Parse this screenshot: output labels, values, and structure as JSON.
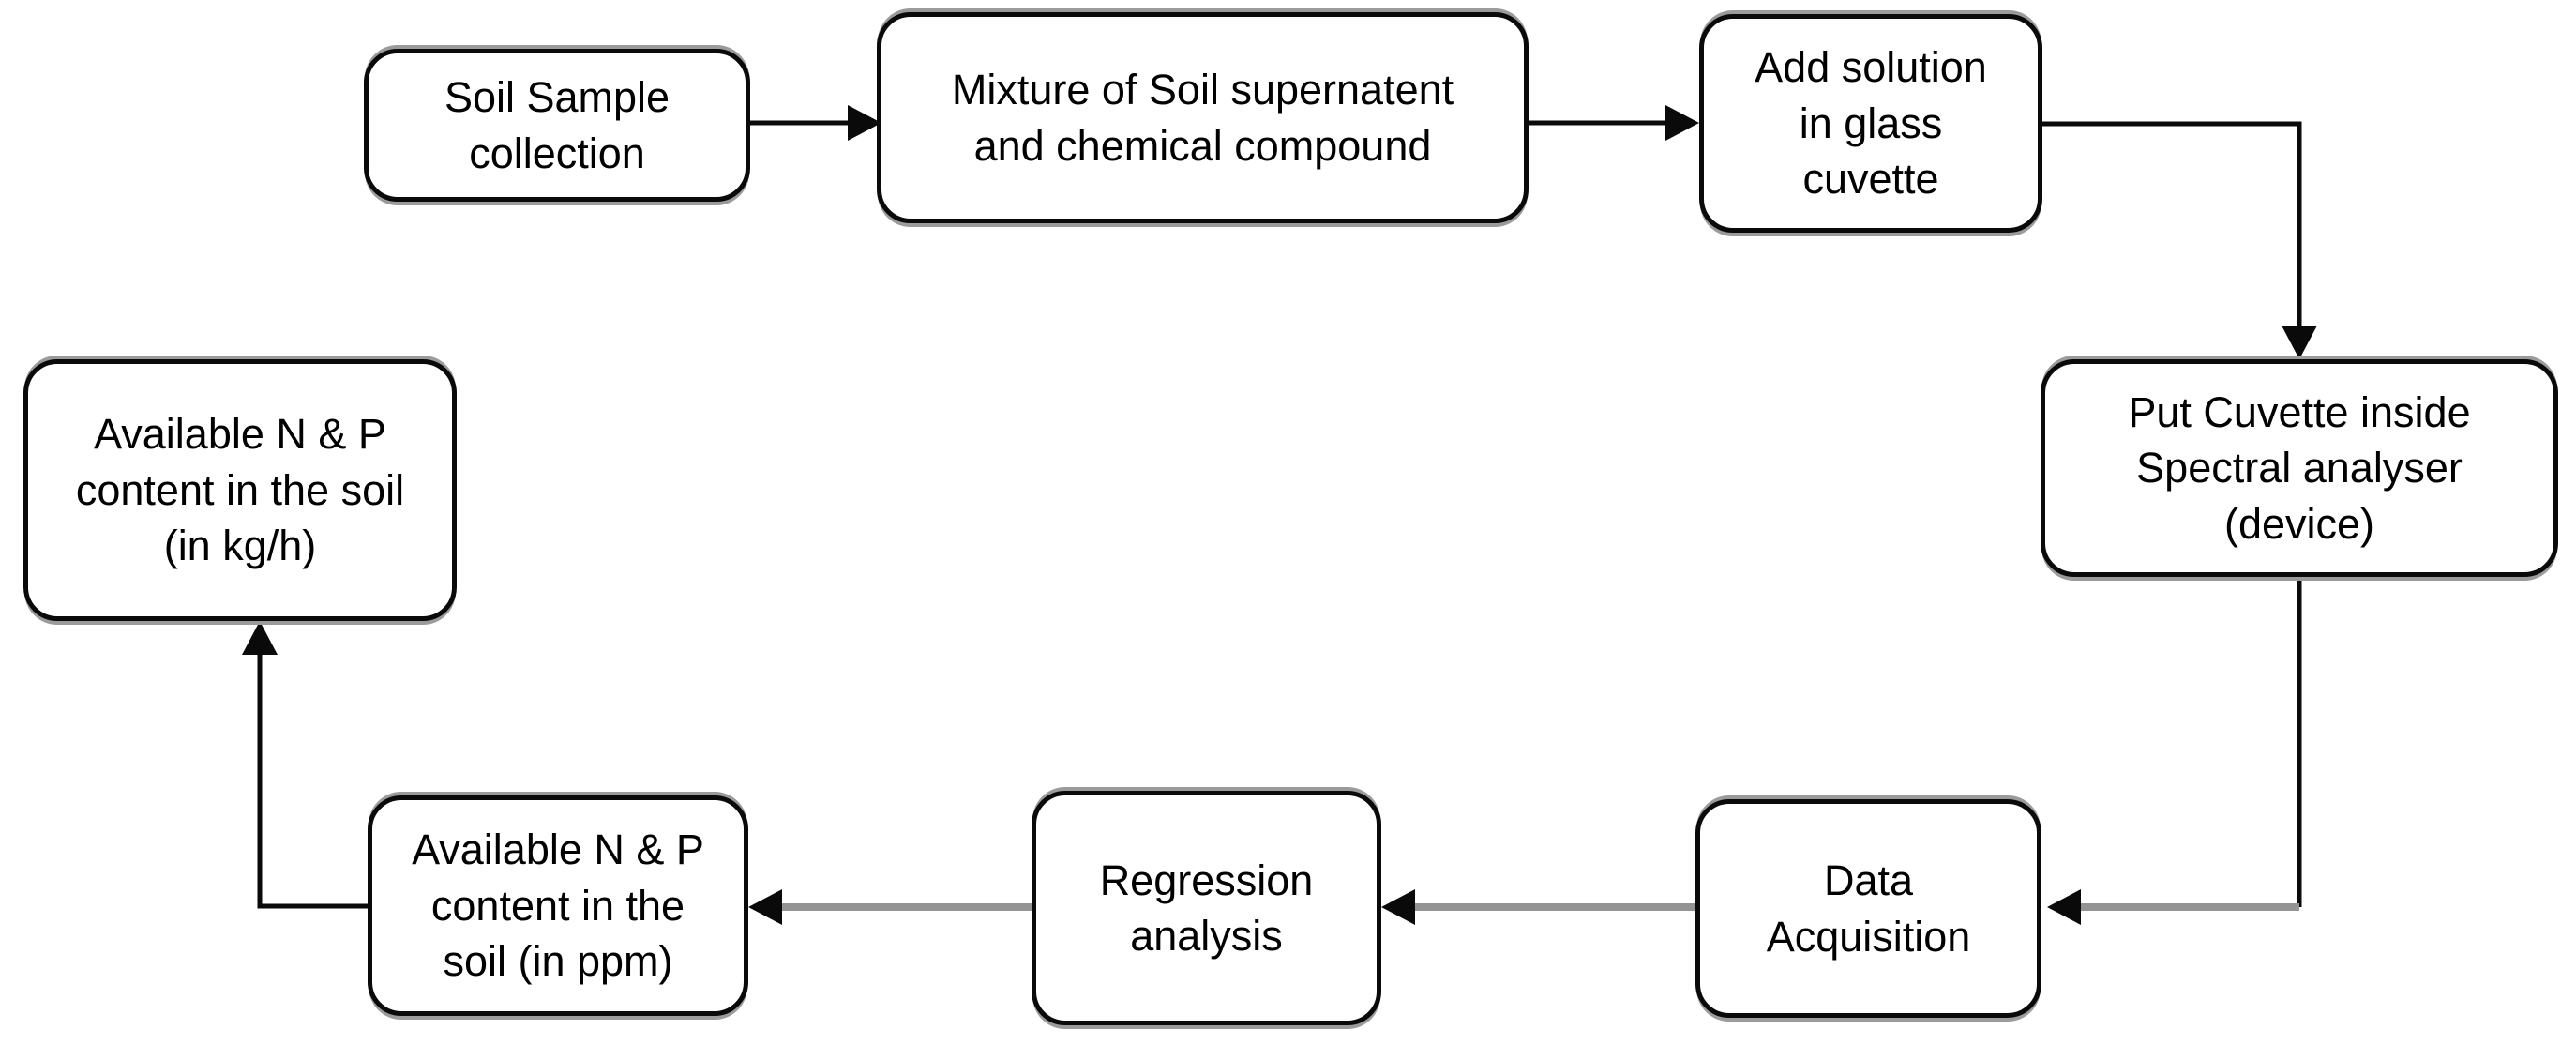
{
  "diagram_type": "flowchart",
  "nodes": [
    {
      "id": "soil-sample-collection",
      "label": "Soil Sample\ncollection"
    },
    {
      "id": "mixture-supernatent",
      "label": "Mixture of Soil supernatent\nand chemical compound"
    },
    {
      "id": "add-solution-cuvette",
      "label": "Add solution\nin glass\ncuvette"
    },
    {
      "id": "put-cuvette-analyser",
      "label": "Put Cuvette inside\nSpectral analyser\n(device)"
    },
    {
      "id": "data-acquisition",
      "label": "Data\nAcquisition"
    },
    {
      "id": "regression-analysis",
      "label": "Regression\nanalysis"
    },
    {
      "id": "available-np-ppm",
      "label": "Available N & P\ncontent in the\nsoil (in ppm)"
    },
    {
      "id": "available-np-kgh",
      "label": "Available N & P\ncontent in the soil\n(in kg/h)"
    }
  ],
  "edges": [
    {
      "from": "soil-sample-collection",
      "to": "mixture-supernatent",
      "color": "#0a0a0a"
    },
    {
      "from": "mixture-supernatent",
      "to": "add-solution-cuvette",
      "color": "#0a0a0a"
    },
    {
      "from": "add-solution-cuvette",
      "to": "put-cuvette-analyser",
      "color": "#0a0a0a"
    },
    {
      "from": "put-cuvette-analyser",
      "to": "data-acquisition",
      "color": "#949494"
    },
    {
      "from": "data-acquisition",
      "to": "regression-analysis",
      "color": "#949494"
    },
    {
      "from": "regression-analysis",
      "to": "available-np-ppm",
      "color": "#949494"
    },
    {
      "from": "available-np-ppm",
      "to": "available-np-kgh",
      "color": "#0a0a0a"
    }
  ],
  "colors": {
    "background": "#ffffff",
    "node_fill": "#ffffff",
    "node_border": "#0a0a0a",
    "node_shadow": "#9b9b9b",
    "text": "#000000",
    "connector_black": "#0a0a0a",
    "connector_gray": "#949494",
    "arrowhead": "#0a0a0a"
  }
}
